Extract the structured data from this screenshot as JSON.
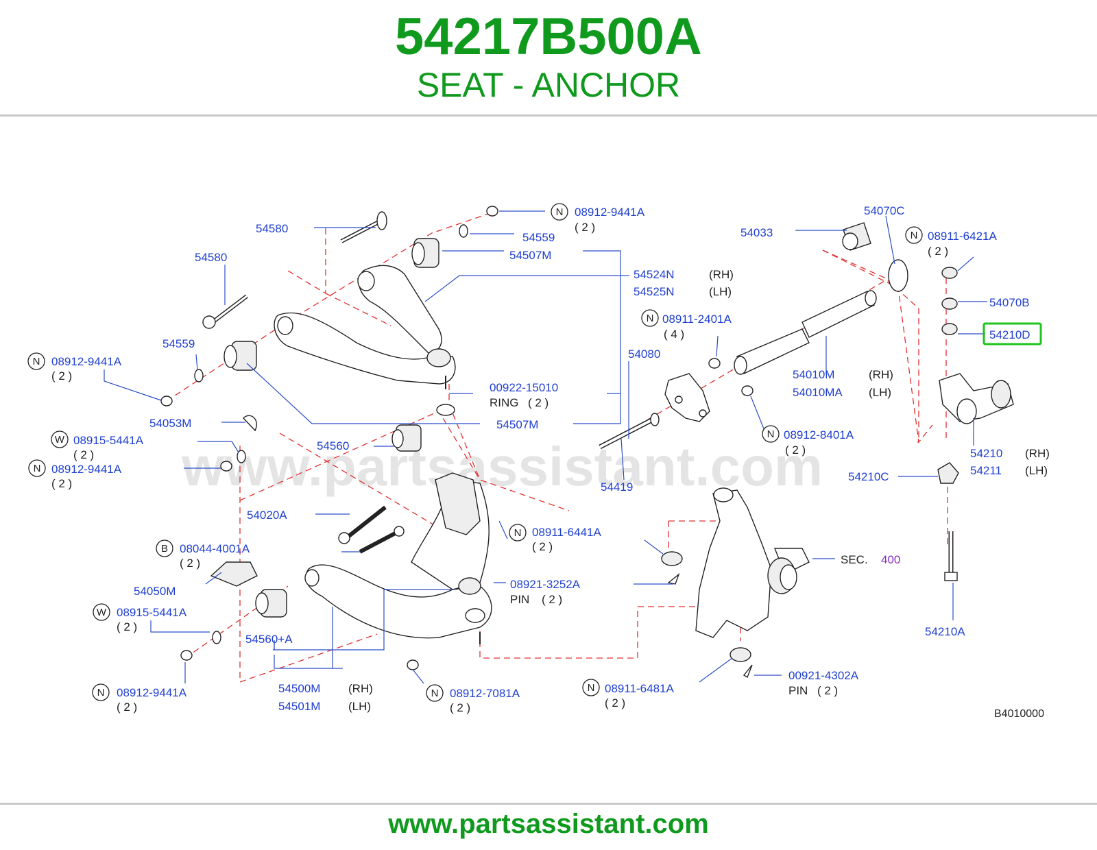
{
  "header": {
    "part_number": "54217B500A",
    "part_name": "SEAT - ANCHOR"
  },
  "footer": {
    "url": "www.partsassistant.com"
  },
  "watermark": "www.partsassistant.com",
  "colors": {
    "brand_green": "#0f9a1e",
    "label_blue": "#1f3fd0",
    "dash_red": "#e03030",
    "highlight": "#1cc41c",
    "sec_purple": "#8a2bc0"
  },
  "labels": {
    "p54580a": "54580",
    "p54580b": "54580",
    "p08912_9441A_top": "08912-9441A",
    "q2_top": "( 2 )",
    "p54559a": "54559",
    "p54507M_top": "54507M",
    "p54524N": "54524N",
    "rh1": "(RH)",
    "p54525N": "54525N",
    "lh1": "(LH)",
    "p54559b": "54559",
    "p08912_9441A_l1": "08912-9441A",
    "q2_l1": "( 2 )",
    "p00922_15010": "00922-15010",
    "ring": "RING",
    "q2_ring": "( 2 )",
    "p54053M": "54053M",
    "p54507M_mid": "54507M",
    "p08915_5441A_a": "08915-5441A",
    "q2_w1": "( 2 )",
    "p54560": "54560",
    "p08912_9441A_l2": "08912-9441A",
    "q2_l2": "( 2 )",
    "p54020A": "54020A",
    "p08044_4001A": "08044-4001A",
    "q2_b": "( 2 )",
    "p54050M": "54050M",
    "p08915_5441A_b": "08915-5441A",
    "q2_w2": "( 2 )",
    "p54560A": "54560+A",
    "p08912_9441A_l3": "08912-9441A",
    "q2_l3": "( 2 )",
    "p54500M": "54500M",
    "rh2": "(RH)",
    "p54501M": "54501M",
    "lh2": "(LH)",
    "p08912_7081A": "08912-7081A",
    "q2_7081": "( 2 )",
    "p08911_6441A": "08911-6441A",
    "q2_6441": "( 2 )",
    "p08921_3252A": "08921-3252A",
    "pin1": "PIN",
    "q2_pin1": "( 2 )",
    "p08911_6481A": "08911-6481A",
    "q2_6481": "( 2 )",
    "p00921_4302A": "00921-4302A",
    "pin2": "PIN",
    "q2_pin2": "( 2 )",
    "sec": "SEC.",
    "sec_no": "400",
    "p54033": "54033",
    "p54070C": "54070C",
    "p08911_6421A": "08911-6421A",
    "q2_6421": "( 2 )",
    "p54070B": "54070B",
    "p54210D": "54210D",
    "p08911_2401A": "08911-2401A",
    "q4_2401": "( 4 )",
    "p54080": "54080",
    "p54010M": "54010M",
    "rh3": "(RH)",
    "p54010MA": "54010MA",
    "lh3": "(LH)",
    "p08912_8401A": "08912-8401A",
    "q2_8401": "( 2 )",
    "p54419": "54419",
    "p54210": "54210",
    "rh4": "(RH)",
    "p54211": "54211",
    "lh4": "(LH)",
    "p54210C": "54210C",
    "p54210A": "54210A",
    "code": "B4010000",
    "circle_N": "N",
    "circle_W": "W",
    "circle_B": "B"
  }
}
